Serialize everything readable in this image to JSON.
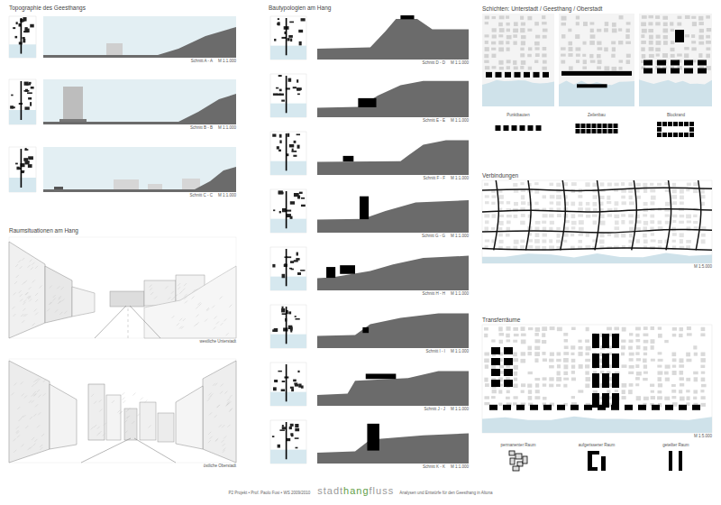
{
  "diagram": {
    "nodes": [
      {
        "text": [
          "Schnitt A - A",
          "M 1:1.000"
        ]
      },
      {
        "text": [
          "Schnitt B - B",
          "M 1:1.000"
        ]
      },
      {
        "text": [
          "Schnitt C - C",
          "M 1:1.000"
        ]
      },
      {
        "text": [
          "westliche Unterstadt"
        ]
      },
      {
        "text": [
          "östliche Oberstadt"
        ]
      },
      {
        "text": [
          "Schnitt D - D",
          "M 1:1.000"
        ]
      },
      {
        "text": [
          "Schnitt E - E",
          "M 1:1.000"
        ]
      },
      {
        "text": [
          "Schnitt F - F",
          "M 1:1.000"
        ]
      },
      {
        "text": [
          "Schnitt G - G",
          "M 1:1.000"
        ]
      },
      {
        "text": [
          "Schnitt H - H",
          "M 1:1.000"
        ]
      },
      {
        "text": [
          "Schnitt I - I",
          "M 1:1.000"
        ]
      },
      {
        "text": [
          "Schnitt J - J",
          "M 1:1.000"
        ]
      },
      {
        "text": [
          "Schnitt K - K",
          "M 1:1.000"
        ]
      },
      {
        "text": [
          "Schichten: Unterstadt / Geesthang / Oberstadt"
        ]
      },
      {
        "text": [
          "Verbindungen",
          "M 1:5.000"
        ]
      },
      {
        "text": [
          "Transferräume",
          "M 1:5.000"
        ]
      }
    ],
    "labels": [
      "Topographie des Geesthangs",
      "Raumsituationen am Hang",
      "Bautypologien am Hang",
      "Punktbauten",
      "Zeilenbau",
      "Blockrand",
      "permanenter Raum",
      "aufgerissener Raum",
      "geteilter Raum",
      "P2 Projekt • Prof. Paolo Fusi • WS 2009/2010",
      "stadt",
      "hang",
      "fluss",
      "Analysen und Entwürfe für den Geesthang in Altona"
    ]
  }
}
